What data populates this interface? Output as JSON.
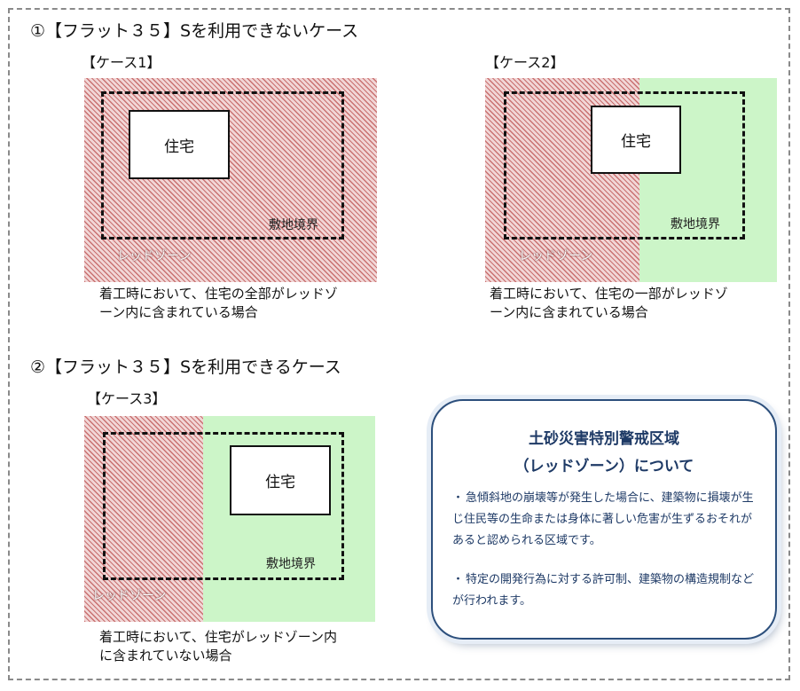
{
  "section1": {
    "heading": "①【フラット３５】Sを利用できないケース",
    "case1": {
      "label": "【ケース1】",
      "house": "住宅",
      "boundary": "敷地境界",
      "zone": "レッドゾーン",
      "caption_line1": "着工時において、住宅の全部がレッドゾ",
      "caption_line2": "ーン内に含まれている場合"
    },
    "case2": {
      "label": "【ケース2】",
      "house": "住宅",
      "boundary": "敷地境界",
      "zone": "レッドゾーン",
      "caption_line1": "着工時において、住宅の一部がレッドゾ",
      "caption_line2": "ーン内に含まれている場合"
    }
  },
  "section2": {
    "heading": "②【フラット３５】Sを利用できるケース",
    "case3": {
      "label": "【ケース3】",
      "house": "住宅",
      "boundary": "敷地境界",
      "zone": "レッドゾーン",
      "caption_line1": "着工時において、住宅がレッドゾーン内",
      "caption_line2": "に含まれていない場合"
    }
  },
  "note": {
    "title_line1": "土砂災害特別警戒区域",
    "title_line2": "（レッドゾーン）について",
    "bullet": "・",
    "item1": "急傾斜地の崩壊等が発生した場合に、建築物に損壊が生じ住民等の生命または身体に著しい危害が生ずるおそれがあると認められる区域です。",
    "item2": "特定の開発行為に対する許可制、建築物の構造規制などが行われます。"
  },
  "colors": {
    "red_zone": "#c97070",
    "safe_zone": "#ccf5c8",
    "note_border": "#2c4f7c",
    "note_text": "#1e3a66"
  }
}
